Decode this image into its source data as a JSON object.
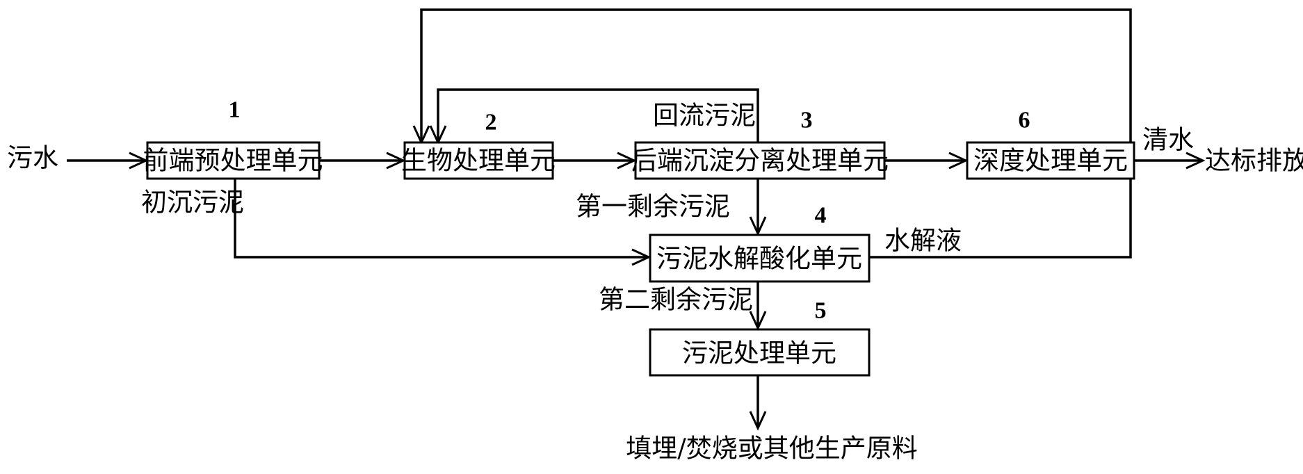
{
  "nodes": {
    "n1": {
      "number": "1",
      "label": "前端预处理单元"
    },
    "n2": {
      "number": "2",
      "label": "生物处理单元"
    },
    "n3": {
      "number": "3",
      "label": "后端沉淀分离处理单元"
    },
    "n4": {
      "number": "4",
      "label": "污泥水解酸化单元"
    },
    "n5": {
      "number": "5",
      "label": "污泥处理单元"
    },
    "n6": {
      "number": "6",
      "label": "深度处理单元"
    }
  },
  "edge_labels": {
    "input": "污水",
    "output": "达标排放",
    "clear_water": "清水",
    "primary_sludge": "初沉污泥",
    "return_sludge": "回流污泥",
    "first_excess_sludge": "第一剩余污泥",
    "second_excess_sludge": "第二剩余污泥",
    "hydrolysate": "水解液",
    "final_disposal": "填埋/焚烧或其他生产原料"
  }
}
